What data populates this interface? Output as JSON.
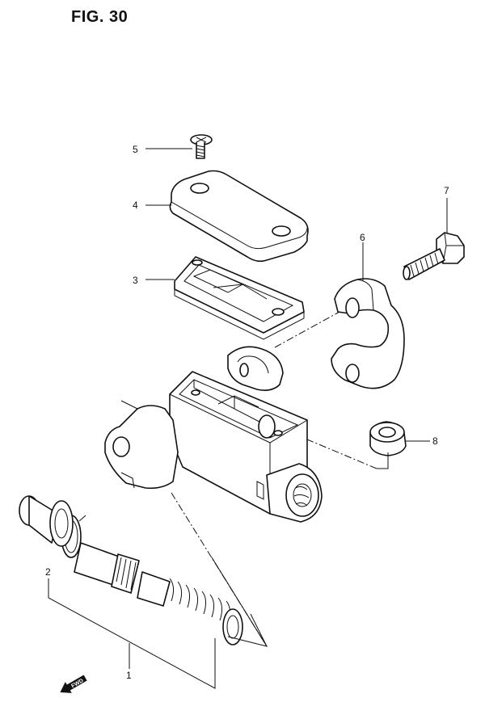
{
  "figure": {
    "title": "FIG. 30",
    "fwd_label": "FWD"
  },
  "callouts": {
    "c1": "1",
    "c2": "2",
    "c3": "3",
    "c4": "4",
    "c5": "5",
    "c6": "6",
    "c7": "7",
    "c8": "8"
  },
  "parts": [
    {
      "ref": "1",
      "icon": "master-cylinder-piston-kit-icon"
    },
    {
      "ref": "2",
      "icon": "circlip-icon"
    },
    {
      "ref": "3",
      "icon": "reservoir-diaphragm-icon"
    },
    {
      "ref": "4",
      "icon": "reservoir-cap-icon"
    },
    {
      "ref": "5",
      "icon": "cap-screw-icon"
    },
    {
      "ref": "6",
      "icon": "handlebar-clamp-icon"
    },
    {
      "ref": "7",
      "icon": "clamp-bolt-icon"
    },
    {
      "ref": "8",
      "icon": "boot-cap-icon"
    }
  ]
}
